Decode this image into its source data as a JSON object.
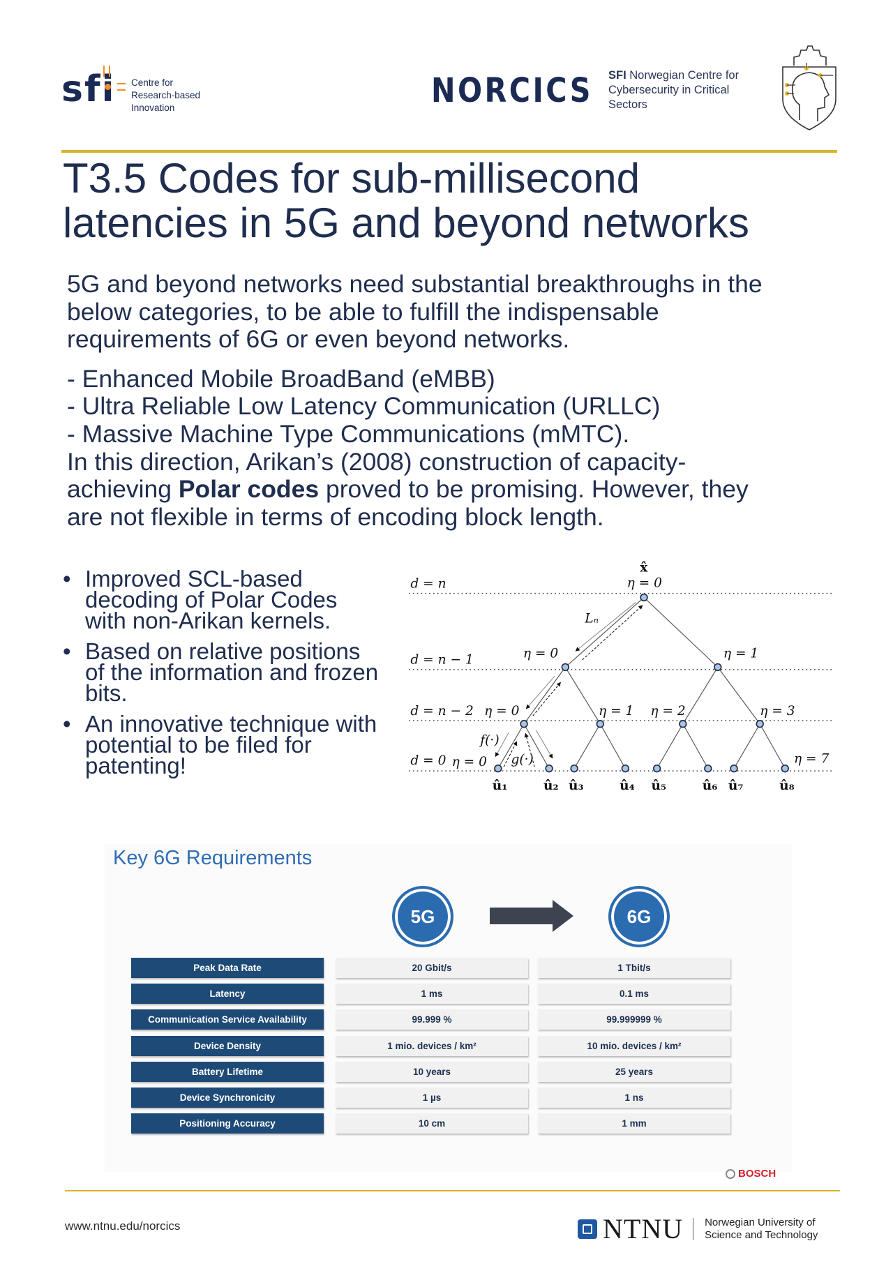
{
  "header": {
    "sfi_mark": "sfi",
    "sfi_text": [
      "Centre for",
      "Research-based",
      "Innovation"
    ],
    "norcics": "NORCICS",
    "norcics_sub": {
      "bold": "SFI",
      "line1": " Norwegian Centre for",
      "line2": "Cybersecurity in Critical",
      "line3": "Sectors"
    }
  },
  "title": [
    "T3.5 Codes for sub-millisecond",
    "latencies in 5G and beyond networks"
  ],
  "intro": {
    "lines": [
      "5G and beyond networks need substantial breakthroughs in the",
      "below categories, to be able to fulfill the indispensable",
      "requirements of 6G or even beyond networks."
    ],
    "categories": [
      "- Enhanced Mobile BroadBand (eMBB)",
      "- Ultra Reliable Low Latency Communication (URLLC)",
      "- Massive Machine Type Communications (mMTC)."
    ],
    "direction_1": "In this direction, Arikan’s (2008) construction of capacity-",
    "direction_2a": "achieving ",
    "direction_2b": "Polar codes",
    "direction_2c": " proved to be promising. However, they",
    "direction_3": "are not flexible in terms of encoding block length."
  },
  "bullets": [
    "Improved SCL-based decoding of Polar Codes with non-Arikan kernels.",
    "Based on relative positions of the information and frozen bits.",
    "An innovative technique with potential to be filed for patenting!"
  ],
  "bullet_symbol": "•",
  "diagram": {
    "root": "x̂",
    "depths": [
      "d = n",
      "d = n − 1",
      "d = n − 2",
      "d = 0"
    ],
    "eta_labels": {
      "root": "η = 0",
      "l1": [
        "η = 0",
        "η = 1"
      ],
      "l2": [
        "η = 0",
        "η = 1",
        "η = 2",
        "η = 3"
      ],
      "leaf_first": "η = 0",
      "leaf_last": "η = 7"
    },
    "edge_label": "Lₙ",
    "f_label": "f(·)",
    "g_label": "g(·)",
    "leaves": [
      "û₁",
      "û₂",
      "û₃",
      "û₄",
      "û₅",
      "û₆",
      "û₇",
      "û₈"
    ]
  },
  "requirements": {
    "title": "Key 6G Requirements",
    "from": "5G",
    "to": "6G",
    "rows": [
      {
        "label": "Peak Data Rate",
        "g5": "20 Gbit/s",
        "g6": "1 Tbit/s"
      },
      {
        "label": "Latency",
        "g5": "1 ms",
        "g6": "0.1 ms"
      },
      {
        "label": "Communication Service Availability",
        "g5": "99.999 %",
        "g6": "99.999999 %"
      },
      {
        "label": "Device Density",
        "g5": "1 mio. devices / km²",
        "g6": "10 mio. devices / km²"
      },
      {
        "label": "Battery Lifetime",
        "g5": "10 years",
        "g6": "25 years"
      },
      {
        "label": "Device Synchronicity",
        "g5": "1 µs",
        "g6": "1 ns"
      },
      {
        "label": "Positioning Accuracy",
        "g5": "10 cm",
        "g6": "1 mm"
      }
    ],
    "source": "BOSCH"
  },
  "footer": {
    "url": "www.ntnu.edu/norcics",
    "ntnu": "NTNU",
    "ntnu_sub": [
      "Norwegian University of",
      "Science and Technology"
    ]
  },
  "colors": {
    "navy": "#1f2d4e",
    "gold": "#d7b52a",
    "blue": "#2b6cb0",
    "table_label": "#1d4a77"
  }
}
